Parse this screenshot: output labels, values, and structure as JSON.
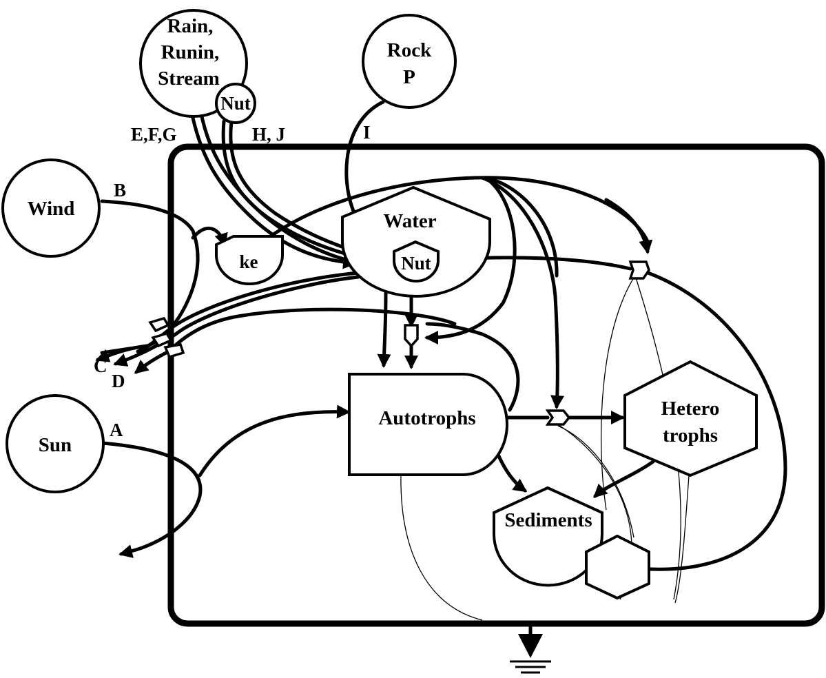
{
  "sources": {
    "rain": [
      "Rain,",
      "Runin,",
      "Stream"
    ],
    "rain_nut": "Nut",
    "rock": [
      "Rock",
      "P"
    ],
    "wind": "Wind",
    "sun": "Sun"
  },
  "flow_labels": {
    "efg": "E,F,G",
    "hj": "H, J",
    "i": "I",
    "b": "B",
    "a": "A",
    "c": "C",
    "d": "D"
  },
  "storages": {
    "water": "Water",
    "nut": "Nut",
    "ke": "ke",
    "sediments": "Sediments"
  },
  "consumers": {
    "autotrophs": "Autotrophs",
    "heterotrophs": [
      "Hetero",
      "trophs"
    ]
  }
}
